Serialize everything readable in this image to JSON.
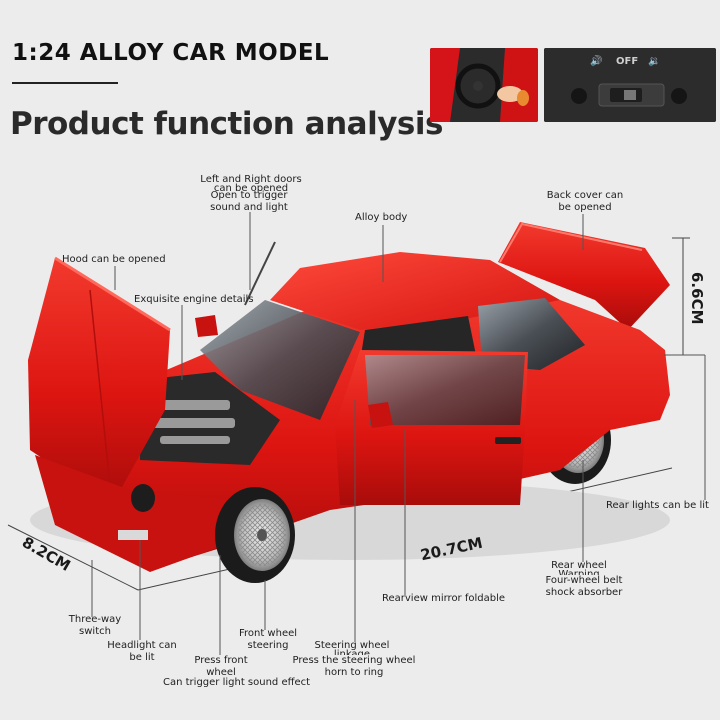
{
  "header": {
    "title": "1:24 ALLOY CAR MODEL",
    "subtitle": "Product function analysis"
  },
  "inset_switch": {
    "left_mark": "🔊",
    "off_label": "OFF",
    "right_mark": "🔉"
  },
  "labels": {
    "doors": "Left and Right doors",
    "doors_2": "can be opened",
    "trigger": "Open to trigger",
    "trigger_2": "sound and light",
    "alloy_body": "Alloy body",
    "back_cover": "Back cover can",
    "back_cover_2": "be opened",
    "hood": "Hood can be opened",
    "engine": "Exquisite engine details",
    "rear_lights": "Rear lights can be lit",
    "rear_wheel": "Rear wheel",
    "rear_wheel_2": "Warping",
    "shock": "Four-wheel belt",
    "shock_2": "shock absorber",
    "mirror": "Rearview mirror foldable",
    "three_way": "Three-way",
    "three_way_2": "switch",
    "headlight": "Headlight can",
    "headlight_2": "be lit",
    "front_wheel": "Front wheel",
    "front_wheel_2": "steering",
    "steering_wheel": "Steering wheel",
    "steering_wheel_2": "linkage",
    "press_front": "Press front",
    "press_front_2": "wheel",
    "press_steering": "Press the steering wheel",
    "press_steering_2": "horn to ring",
    "trigger_light": "Can trigger light sound effect"
  },
  "dimensions": {
    "height": "6.6CM",
    "length": "20.7CM",
    "width": "8.2CM"
  },
  "colors": {
    "car_red": "#e01414",
    "background": "#ececec"
  }
}
